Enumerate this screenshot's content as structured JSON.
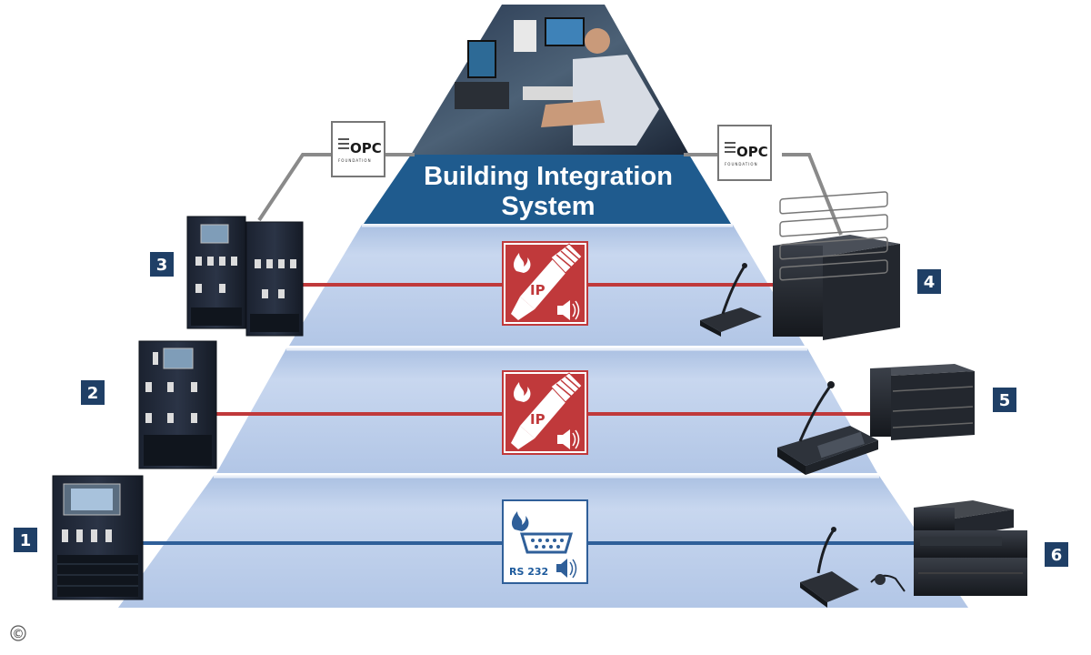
{
  "top": {
    "title_line1": "Building Integration",
    "title_line2": "System",
    "photo": "operator-at-control-desk-photo"
  },
  "opc": {
    "left_logo_text": "OPC",
    "right_logo_text": "OPC",
    "sub_text": "FOUNDATION"
  },
  "levels": [
    {
      "left_number": "3",
      "right_number": "4",
      "link": "IP",
      "link_color": "#c0393b",
      "icon": "ip-network-plug-icon"
    },
    {
      "left_number": "2",
      "right_number": "5",
      "link": "IP",
      "link_color": "#c0393b",
      "icon": "ip-network-plug-icon"
    },
    {
      "left_number": "1",
      "right_number": "6",
      "link": "RS 232",
      "link_color": "#2f5f99",
      "icon": "serial-port-icon"
    }
  ],
  "colors": {
    "title_band": "#1f5b8e",
    "pyramid_fill": "#c9d8ee",
    "badge": "#1f3f66",
    "ip_red": "#c0393b",
    "rs_blue": "#2f5f99"
  },
  "copyright": "©"
}
